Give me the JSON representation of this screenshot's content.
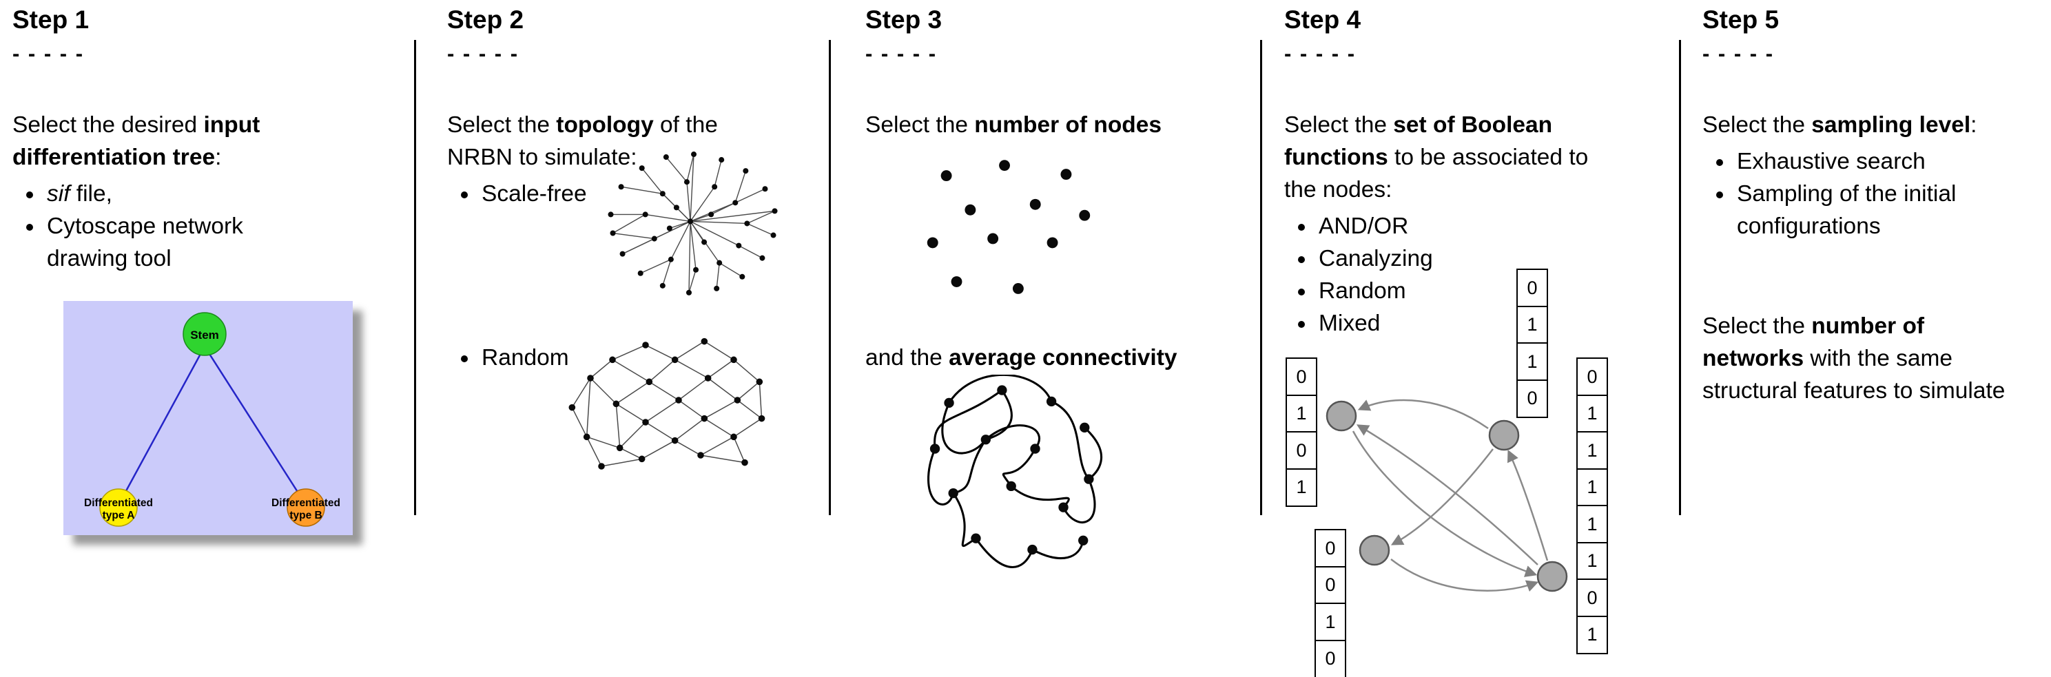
{
  "steps": [
    {
      "title": "Step 1",
      "dashes": "- - - - -",
      "intro": {
        "lines": [
          {
            "pre": "Select the desired ",
            "bold": "input"
          },
          {
            "bold": "differentiation tree",
            "post": ":"
          }
        ]
      },
      "bullets": [
        {
          "italic": "sif",
          "text": " file,"
        },
        {
          "text": "Cytoscape network drawing tool"
        }
      ],
      "tree": {
        "root": "Stem",
        "left_line1": "Differentiated",
        "left_line2": "type A",
        "right_line1": "Differentiated",
        "right_line2": "type B",
        "colors": {
          "background": "#cbcbfa",
          "root": "#2fd42f",
          "left": "#ffef00",
          "right": "#ff9c2a",
          "edge": "#2525c8"
        }
      }
    },
    {
      "title": "Step 2",
      "dashes": "- - - - -",
      "intro": {
        "lines": [
          {
            "pre": "Select the ",
            "bold": "topology",
            "post": " of the"
          },
          {
            "pre": "NRBN to simulate:"
          }
        ]
      },
      "bullets": [
        {
          "text": "Scale-free"
        },
        {
          "text": "Random"
        }
      ]
    },
    {
      "title": "Step 3",
      "dashes": "- - - - -",
      "intro": {
        "lines": [
          {
            "pre": "Select the ",
            "bold": "number of nodes"
          }
        ]
      },
      "second": {
        "lines": [
          {
            "pre": "and the ",
            "bold": "average connectivity"
          }
        ]
      }
    },
    {
      "title": "Step 4",
      "dashes": "- - - - -",
      "intro": {
        "lines": [
          {
            "pre": "Select the ",
            "bold": "set of Boolean"
          },
          {
            "bold": "functions",
            "post": " to be associated to"
          },
          {
            "pre": "the nodes:"
          }
        ]
      },
      "bullets": [
        {
          "text": "AND/OR"
        },
        {
          "text": "Canalyzing"
        },
        {
          "text": "Random"
        },
        {
          "text": "Mixed"
        }
      ],
      "tables": {
        "left": [
          "0",
          "1",
          "0",
          "1"
        ],
        "top": [
          "0",
          "1",
          "1",
          "0"
        ],
        "right": [
          "0",
          "1",
          "1",
          "1",
          "1",
          "1",
          "0",
          "1"
        ],
        "bottom": [
          "0",
          "0",
          "1",
          "0"
        ]
      },
      "node_color": "#a8a8a8"
    },
    {
      "title": "Step 5",
      "dashes": "- - - - -",
      "intro": {
        "lines": [
          {
            "pre": "Select the ",
            "bold": "sampling level",
            "post": ":"
          }
        ]
      },
      "bullets": [
        {
          "text": "Exhaustive search"
        },
        {
          "text": "Sampling of the initial configurations"
        }
      ],
      "second": {
        "lines": [
          {
            "pre": "Select the ",
            "bold": "number of"
          },
          {
            "bold": "networks",
            "post": " with the same"
          },
          {
            "pre": "structural features to simulate"
          }
        ]
      }
    }
  ]
}
